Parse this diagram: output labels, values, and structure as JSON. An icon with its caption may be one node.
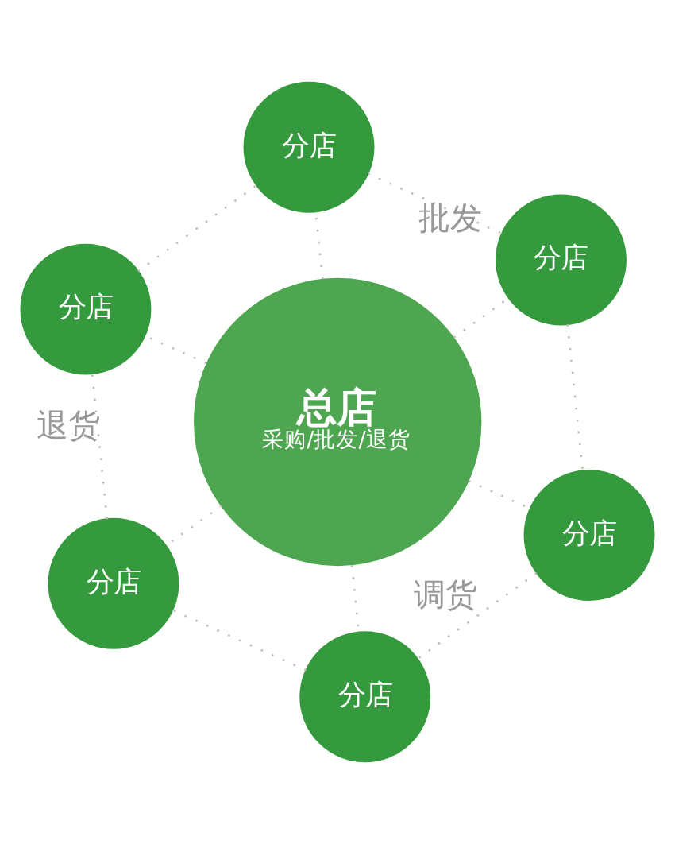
{
  "diagram": {
    "nodes": [
      {
        "text": [
          "分店"
        ]
      },
      {
        "text": [
          "分店"
        ]
      },
      {
        "text": [
          "分店"
        ]
      },
      {
        "text": [
          "总店",
          "采购/批发/退货"
        ]
      },
      {
        "text": [
          "分店"
        ]
      },
      {
        "text": [
          "分店"
        ]
      },
      {
        "text": [
          "分店"
        ]
      }
    ],
    "edges": [
      {
        "from": 3,
        "to": 0,
        "arrow": "none",
        "style": "dashed"
      },
      {
        "from": 3,
        "to": 1,
        "arrow": "none",
        "style": "dashed"
      },
      {
        "from": 3,
        "to": 2,
        "arrow": "none",
        "style": "dashed"
      },
      {
        "from": 3,
        "to": 4,
        "arrow": "none",
        "style": "dashed"
      },
      {
        "from": 3,
        "to": 5,
        "arrow": "none",
        "style": "dashed"
      },
      {
        "from": 3,
        "to": 6,
        "arrow": "none",
        "style": "dashed"
      },
      {
        "from": 0,
        "to": 1,
        "arrow": "none",
        "style": "dashed",
        "label": "批发"
      },
      {
        "from": 1,
        "to": 4,
        "arrow": "none",
        "style": "dashed"
      },
      {
        "from": 4,
        "to": 6,
        "arrow": "none",
        "style": "dashed",
        "label": "调货"
      },
      {
        "from": 6,
        "to": 5,
        "arrow": "none",
        "style": "dashed"
      },
      {
        "from": 5,
        "to": 2,
        "arrow": "none",
        "style": "dashed",
        "label": "退货"
      },
      {
        "from": 2,
        "to": 0,
        "arrow": "none",
        "style": "dashed"
      }
    ]
  }
}
